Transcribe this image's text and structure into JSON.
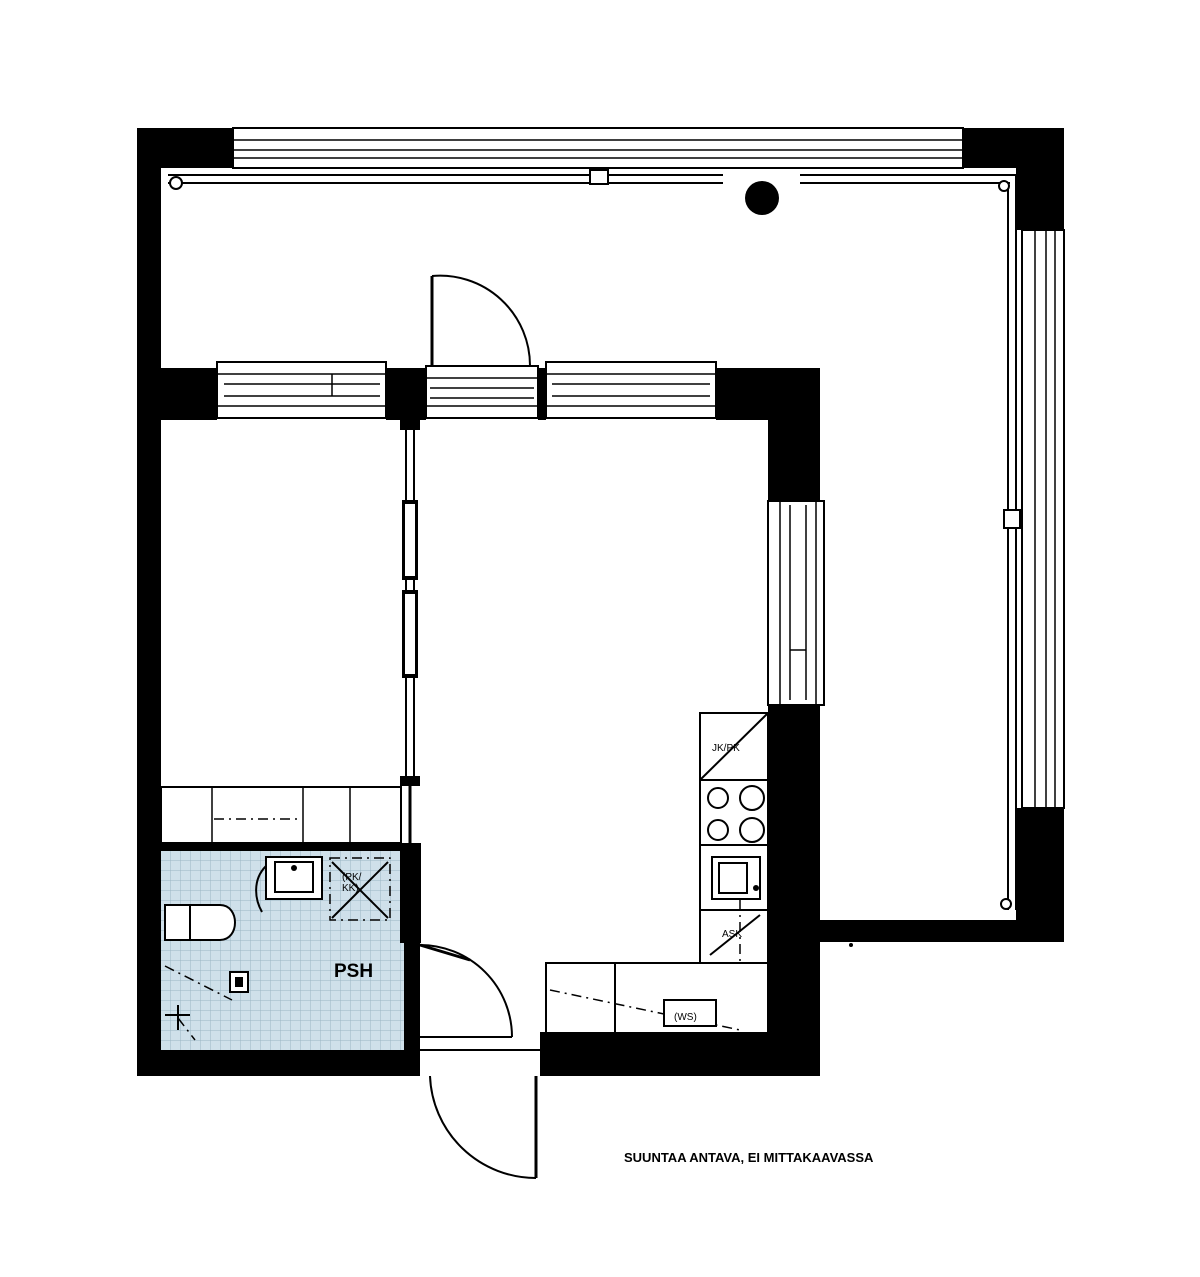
{
  "plan": {
    "rooms": {
      "bathroom": "PSH"
    },
    "fixture_labels": {
      "fridge_freezer": "JK/PK",
      "washing_machine": "(PK/\nKK)",
      "dishwasher": "ASK",
      "cabinet": "(WS)"
    },
    "disclaimer": "SUUNTAA ANTAVA, EI MITTAKAAVASSA",
    "colors": {
      "wall": "#000000",
      "tile": "#cfe0ea",
      "tile_grid": "#9bb6c4"
    }
  }
}
